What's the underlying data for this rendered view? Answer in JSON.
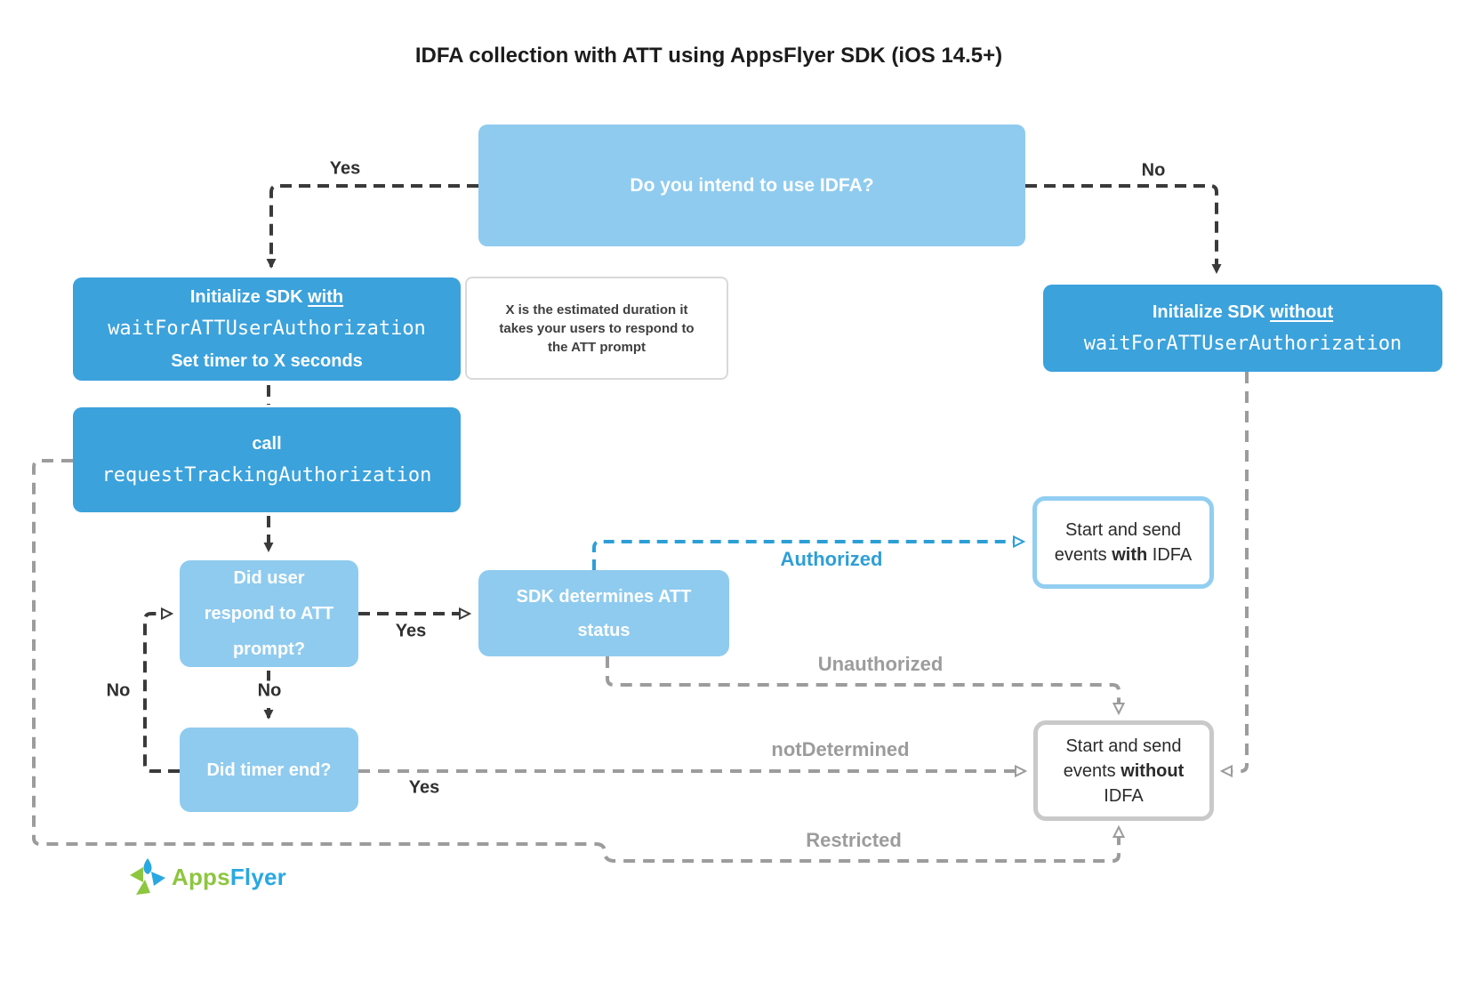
{
  "title": "IDFA collection with ATT using AppsFlyer SDK (iOS 14.5+)",
  "colors": {
    "box_blue_light": "#8FCBEF",
    "box_blue_dark": "#3BA2DC",
    "accent_blue": "#2D9FD6",
    "line_dark": "#3A3A3A",
    "line_gray": "#9C9C9C",
    "result_border_blue": "#92CEF1",
    "result_border_gray": "#C9C9C9",
    "logo_green": "#8DC63F",
    "logo_blue": "#29A8E1"
  },
  "nodes": {
    "question_top": {
      "text": "Do you intend to use IDFA?"
    },
    "init_with": {
      "line1_pre": "Initialize SDK ",
      "line1_emph": "with",
      "line2": "waitForATTUserAuthorization",
      "line3": "Set timer to X seconds"
    },
    "note": {
      "line1": "X is the estimated duration it",
      "line2": "takes your users to respond to",
      "line3": "the ATT prompt"
    },
    "init_without": {
      "line1_pre": "Initialize SDK ",
      "line1_emph": "without",
      "line2": "waitForATTUserAuthorization"
    },
    "call": {
      "line1": "call",
      "line2": "requestTrackingAuthorization"
    },
    "did_user": {
      "lines": [
        "Did user",
        "respond to ATT",
        "prompt?"
      ]
    },
    "sdk_status": {
      "lines": [
        "SDK determines ATT",
        "status"
      ]
    },
    "did_timer": {
      "text": "Did timer end?"
    },
    "with_idfa": {
      "line1": "Start and send",
      "line2_pre": "events ",
      "line2_bold": "with",
      "line2_post": " IDFA"
    },
    "without_idfa": {
      "line1": "Start and send",
      "line2_pre": "events ",
      "line2_bold": "without",
      "line3": "IDFA"
    }
  },
  "labels": {
    "yes_top": "Yes",
    "no_top": "No",
    "yes_user": "Yes",
    "no_user": "No",
    "no_loop": "No",
    "yes_timer": "Yes",
    "authorized": "Authorized",
    "unauthorized": "Unauthorized",
    "not_determined": "notDetermined",
    "restricted": "Restricted"
  },
  "logo": {
    "brand_green": "Apps",
    "brand_blue": "Flyer"
  }
}
